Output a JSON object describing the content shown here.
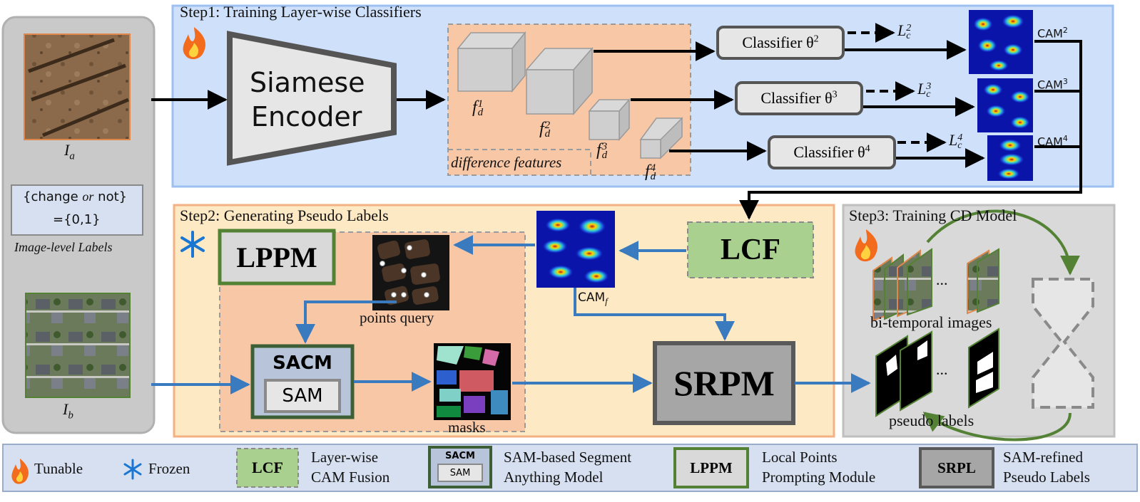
{
  "colors": {
    "step1_bg": "#cfe0fb",
    "step2_bg": "#fde9c4",
    "step3_bg": "#d9d9d9",
    "input_panel": "#c9c9c9",
    "diff_region": "#f7c7a6",
    "lcf_fill": "#a9d08e",
    "frame_green": "#548235",
    "arrow_blue": "#3a7abf",
    "legend_bg": "#d6e0f0"
  },
  "input": {
    "image_a_label": "I",
    "image_a_sub": "a",
    "image_b_label": "I",
    "image_b_sub": "b",
    "labels_line1_prefix": "{change ",
    "labels_line1_or": "or",
    "labels_line1_suffix": " not}",
    "labels_line2": "={0,1}",
    "image_level_caption": "Image-level Labels"
  },
  "step1": {
    "title": "Step1: Training Layer-wise Classifiers",
    "encoder_line1": "Siamese",
    "encoder_line2": "Encoder",
    "difference_caption": "difference features",
    "features": [
      {
        "base": "f",
        "sub": "d",
        "sup": "1"
      },
      {
        "base": "f",
        "sub": "d",
        "sup": "2"
      },
      {
        "base": "f",
        "sub": "d",
        "sup": "3"
      },
      {
        "base": "f",
        "sub": "d",
        "sup": "4"
      }
    ],
    "classifiers": [
      {
        "label": "Classifier θ",
        "sup": "2",
        "loss": "L",
        "loss_sub": "c",
        "loss_sup": "2",
        "cam": "CAM",
        "cam_sup": "2"
      },
      {
        "label": "Classifier θ",
        "sup": "3",
        "loss": "L",
        "loss_sub": "c",
        "loss_sup": "3",
        "cam": "CAM",
        "cam_sup": "3"
      },
      {
        "label": "Classifier θ",
        "sup": "4",
        "loss": "L",
        "loss_sub": "c",
        "loss_sup": "4",
        "cam": "CAM",
        "cam_sup": "4"
      }
    ]
  },
  "step2": {
    "title": "Step2: Generating Pseudo Labels",
    "lppm": "LPPM",
    "lcf": "LCF",
    "cam_f": "CAM",
    "cam_f_sub": "f",
    "points_query": "points query",
    "sacm": "SACM",
    "sam": "SAM",
    "masks": "masks",
    "srpm": "SRPM"
  },
  "step3": {
    "title": "Step3: Training CD Model",
    "bi_temporal": "bi-temporal images",
    "pseudo_labels": "pseudo labels",
    "ellipsis": "..."
  },
  "legend": {
    "tunable": "Tunable",
    "frozen": "Frozen",
    "lcf_box": "LCF",
    "lcf_line1": "Layer-wise",
    "lcf_line2": "CAM Fusion",
    "sacm_box": "SACM",
    "sam_box": "SAM",
    "sacm_line1": "SAM-based Segment",
    "sacm_line2": "Anything Model",
    "lppm_box": "LPPM",
    "lppm_line1": "Local Points",
    "lppm_line2": "Prompting Module",
    "srpl_box": "SRPL",
    "srpl_line1": "SAM-refined",
    "srpl_line2": "Pseudo Labels"
  }
}
